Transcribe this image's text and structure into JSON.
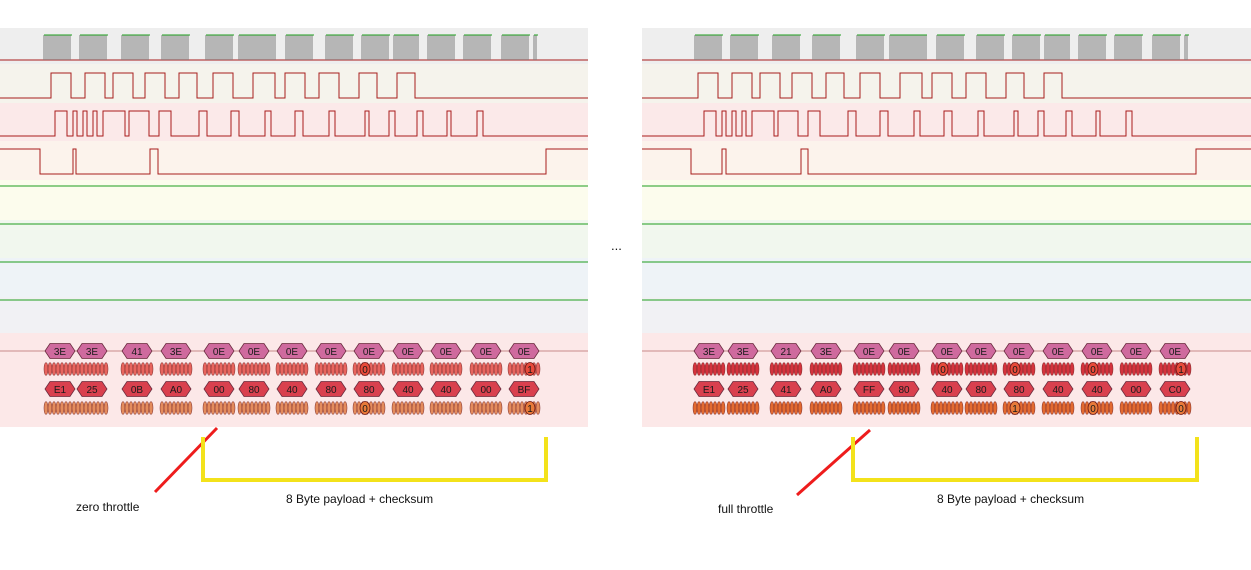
{
  "colors": {
    "lane_bg": [
      "#eeeeee",
      "#f5f3ec",
      "#fbe9e9",
      "#fcf3ec",
      "#fcfced",
      "#f1f7ee",
      "#eef3f7",
      "#f1f1f4"
    ],
    "decoder_bg": "#fce8e8",
    "signal_low": "#a81c1c",
    "signal_high": "#1e9e1e",
    "byte_fill": "#cf6a9e",
    "byte_fill_alt": "#d9404e",
    "bit_fill_left": "#e8655e",
    "bit_fill_right": "#d5333d",
    "bit_fill_lower": "#e48c5d",
    "bit_fill_lower_right": "#e36a30",
    "annotation_red": "#ee1c1c",
    "bracket_yellow": "#f3e21b"
  },
  "ellipsis": "...",
  "captures": [
    {
      "name": "zero throttle capture",
      "throttle_label": "zero throttle",
      "payload_label": "8 Byte payload + checksum",
      "row1_bytes": [
        "3E",
        "3E",
        "41",
        "3E",
        "0E",
        "0E",
        "0E",
        "0E",
        "0E",
        "0E",
        "0E",
        "0E",
        "0E"
      ],
      "row2_bytes": [
        "E1",
        "25",
        "0B",
        "A0",
        "00",
        "80",
        "40",
        "80",
        "80",
        "40",
        "40",
        "00",
        "BF"
      ],
      "row1_bit_marks": [
        "",
        "",
        "",
        "",
        "",
        "",
        "",
        "",
        "0",
        "",
        "",
        "",
        "1"
      ],
      "row2_bit_marks": [
        "",
        "",
        "",
        "",
        "",
        "",
        "",
        "",
        "0",
        "",
        "",
        "",
        "1"
      ]
    },
    {
      "name": "full throttle capture",
      "throttle_label": "full throttle",
      "payload_label": "8 Byte payload + checksum",
      "row1_bytes": [
        "3E",
        "3E",
        "21",
        "3E",
        "0E",
        "0E",
        "0E",
        "0E",
        "0E",
        "0E",
        "0E",
        "0E",
        "0E"
      ],
      "row2_bytes": [
        "E1",
        "25",
        "41",
        "A0",
        "FF",
        "80",
        "40",
        "80",
        "80",
        "40",
        "40",
        "00",
        "C0"
      ],
      "row1_bit_marks": [
        "",
        "",
        "",
        "",
        "",
        "",
        "0",
        "",
        "0",
        "",
        "0",
        "",
        "1"
      ],
      "row2_bit_marks": [
        "",
        "",
        "",
        "",
        "",
        "",
        "",
        "",
        "1",
        "",
        "0",
        "",
        "0"
      ]
    }
  ]
}
